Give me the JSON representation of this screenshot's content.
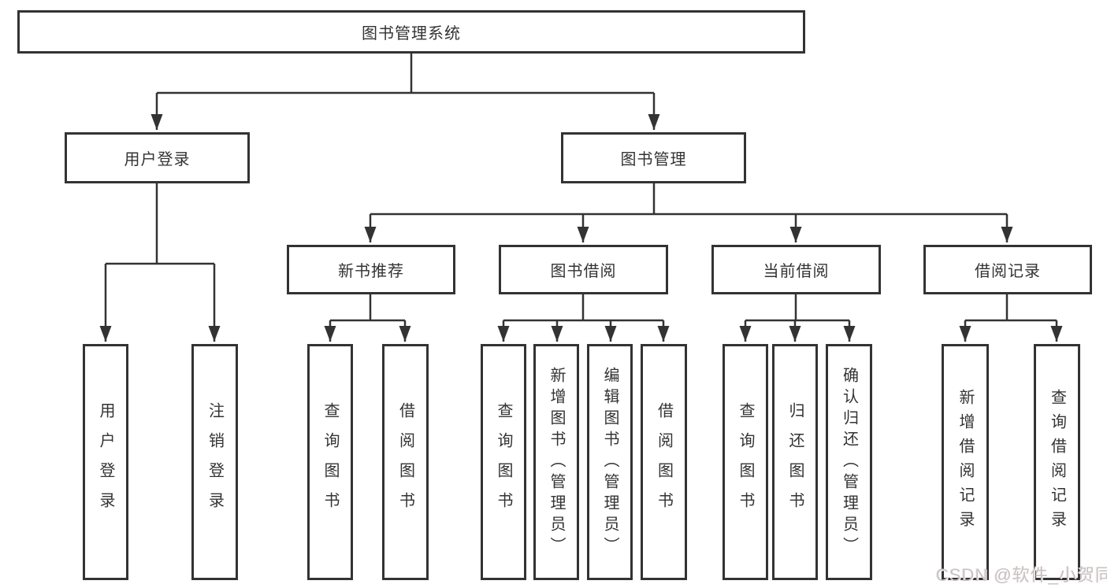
{
  "diagram_title": "图书管理系统",
  "colors": {
    "line": "#333333",
    "box_border": "#333333",
    "text": "#333333",
    "background": "#ffffff",
    "watermark": "#c4c4c4"
  },
  "nodes": {
    "root": "图书管理系统",
    "level2": {
      "user_login": "用户登录",
      "book_mgmt": "图书管理"
    },
    "level3": {
      "new_book_rec": "新书推荐",
      "book_borrow": "图书借阅",
      "current_borrow": "当前借阅",
      "borrow_records": "借阅记录"
    },
    "leaves": {
      "login": [
        "用户登录",
        "注销登录"
      ],
      "recommend": [
        "查询图书",
        "借阅图书"
      ],
      "borrow": [
        "查询图书",
        "新增图书（管理员）",
        "编辑图书（管理员）",
        "借阅图书"
      ],
      "current": [
        "查询图书",
        "归还图书",
        "确认归还（管理员）"
      ],
      "records": [
        "新增借阅记录",
        "查询借阅记录"
      ]
    }
  },
  "watermark": "CSDN @软件_小贺同学"
}
